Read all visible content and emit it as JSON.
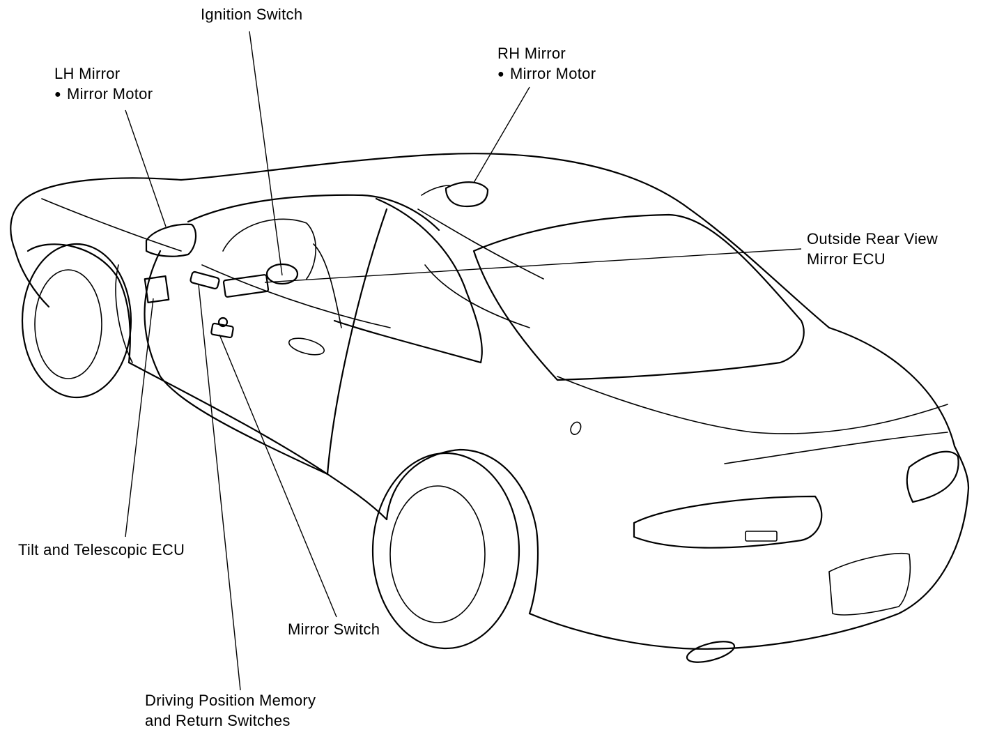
{
  "labels": {
    "ignition_switch": "Ignition Switch",
    "rh_mirror_title": "RH Mirror",
    "rh_mirror_item": "Mirror Motor",
    "lh_mirror_title": "LH Mirror",
    "lh_mirror_item": "Mirror Motor",
    "outside_ecu_line1": "Outside Rear View",
    "outside_ecu_line2": "Mirror ECU",
    "tilt_ecu": "Tilt and Telescopic ECU",
    "mirror_switch": "Mirror Switch",
    "driving_memory_line1": "Driving Position Memory",
    "driving_memory_line2": "and Return Switches"
  }
}
